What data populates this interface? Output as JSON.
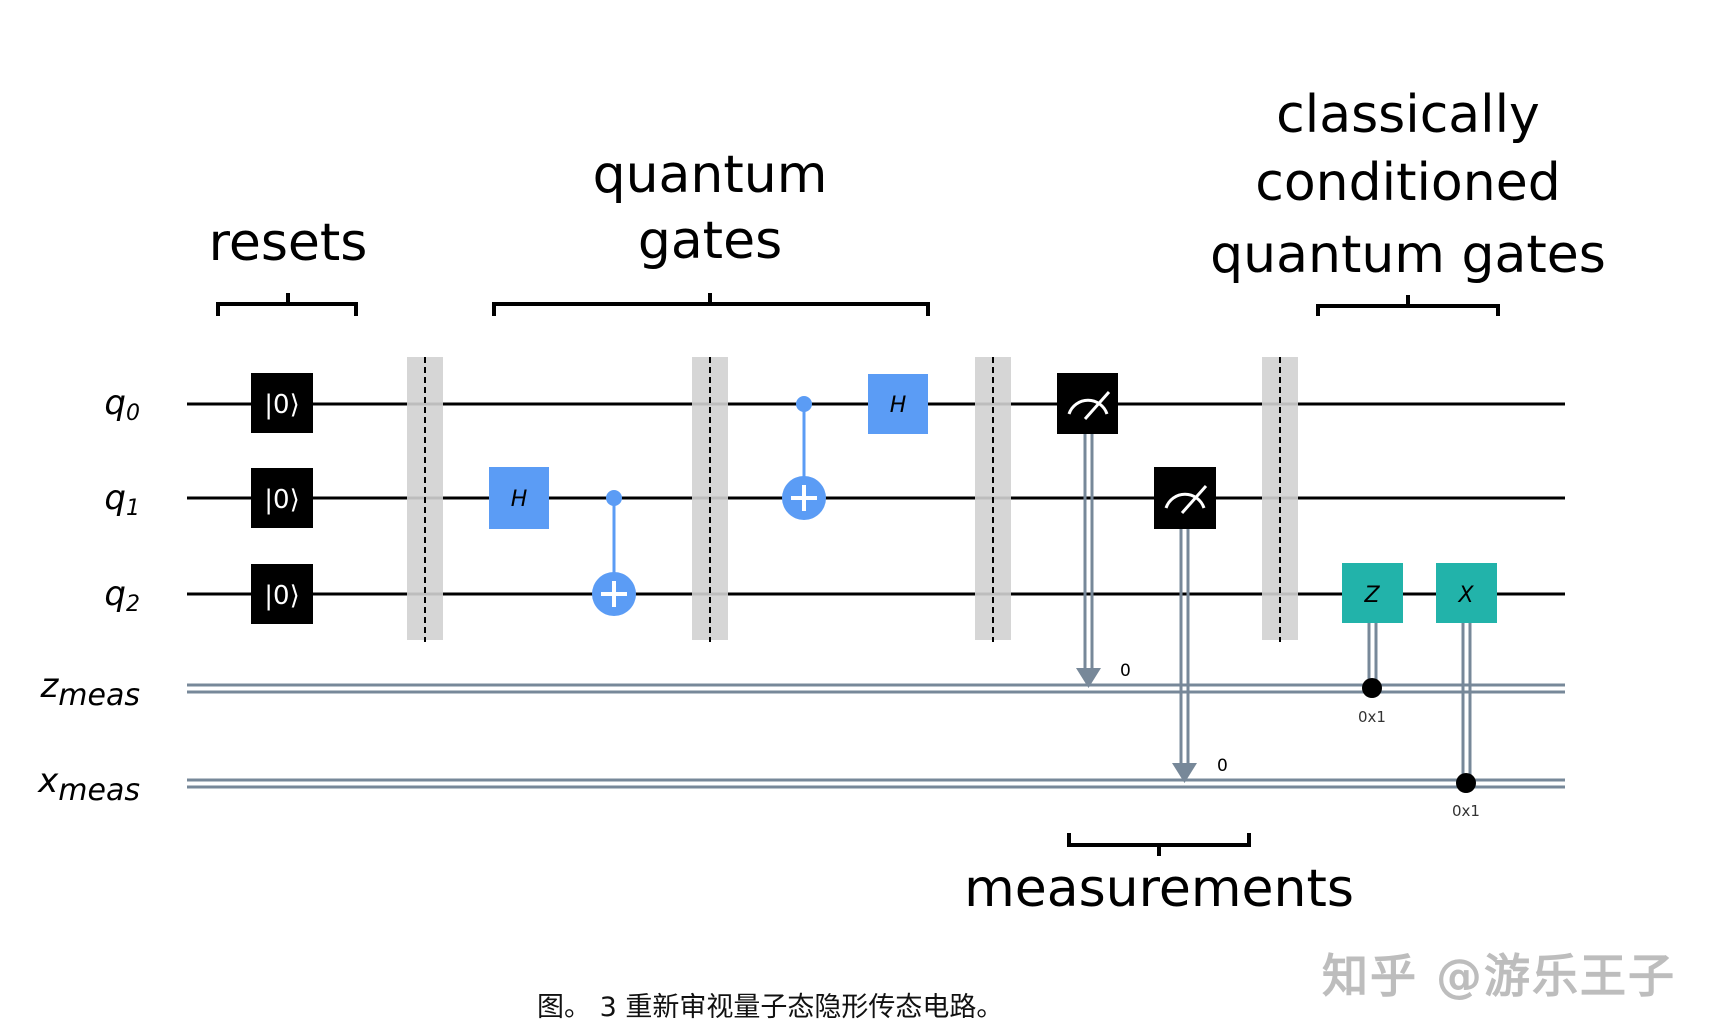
{
  "annotations": {
    "resets": "resets",
    "quantum_gates": [
      "quantum",
      "gates"
    ],
    "classically_conditioned": [
      "classically",
      "conditioned",
      "quantum gates"
    ],
    "measurements": "measurements"
  },
  "registers": {
    "quantum": [
      {
        "name": "q",
        "sub": "0"
      },
      {
        "name": "q",
        "sub": "1"
      },
      {
        "name": "q",
        "sub": "2"
      }
    ],
    "classical": [
      {
        "name": "z",
        "sub": "meas"
      },
      {
        "name": "x",
        "sub": "meas"
      }
    ]
  },
  "gates": {
    "reset_label": "|0⟩",
    "hadamard_label": "H",
    "z_label": "Z",
    "x_label": "X"
  },
  "measurement_bits": {
    "z_bit": "0",
    "x_bit": "0"
  },
  "conditions": {
    "z_condition": "0x1",
    "x_condition": "0x1"
  },
  "colors": {
    "hadamard": "#5b9cf5",
    "cnot": "#5b9cf5",
    "conditioned": "#22b3aa",
    "measure": "#000000",
    "reset": "#000000",
    "barrier": "#d2d2d2",
    "classical_wire": "#778899"
  },
  "caption": "图。 3 重新审视量子态隐形传态电路。",
  "watermark": "知乎 @游乐王子"
}
